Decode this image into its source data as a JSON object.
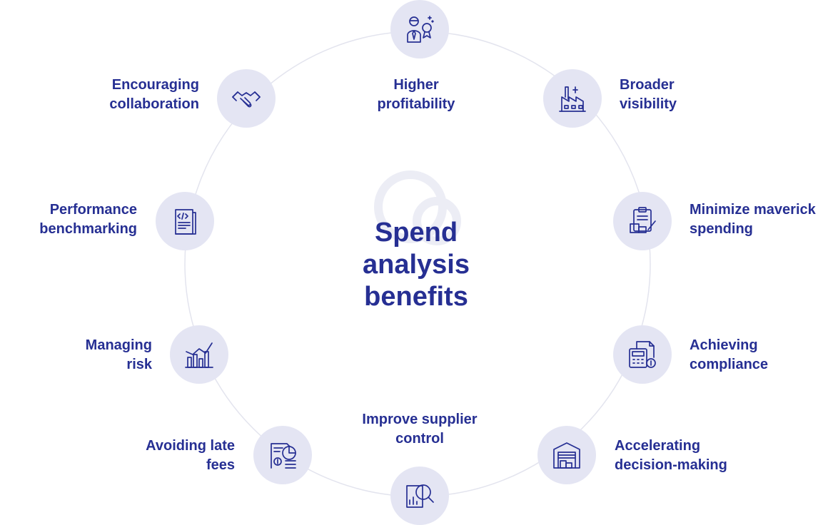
{
  "title": {
    "line1": "Spend",
    "line2": "analysis",
    "line3": "benefits"
  },
  "benefits": [
    {
      "line1": "Higher",
      "line2": "profitability",
      "icon": "businessman-award-icon"
    },
    {
      "line1": "Broader",
      "line2": "visibility",
      "icon": "factory-icon"
    },
    {
      "line1": "Minimize maverick",
      "line2": "spending",
      "icon": "clipboard-boxes-icon"
    },
    {
      "line1": "Achieving",
      "line2": "compliance",
      "icon": "calculator-document-icon"
    },
    {
      "line1": "Accelerating",
      "line2": "decision-making",
      "icon": "warehouse-icon"
    },
    {
      "line1": "Improve supplier",
      "line2": "control",
      "icon": "magnifier-chart-icon"
    },
    {
      "line1": "Avoiding late",
      "line2": "fees",
      "icon": "invoice-piechart-icon"
    },
    {
      "line1": "Managing",
      "line2": "risk",
      "icon": "line-bar-chart-icon"
    },
    {
      "line1": "Performance",
      "line2": "benchmarking",
      "icon": "code-document-icon"
    },
    {
      "line1": "Encouraging",
      "line2": "collaboration",
      "icon": "handshake-icon"
    }
  ],
  "colors": {
    "text": "#262f93",
    "node_fill": "#e4e5f3",
    "ring": "#e3e4ee"
  }
}
